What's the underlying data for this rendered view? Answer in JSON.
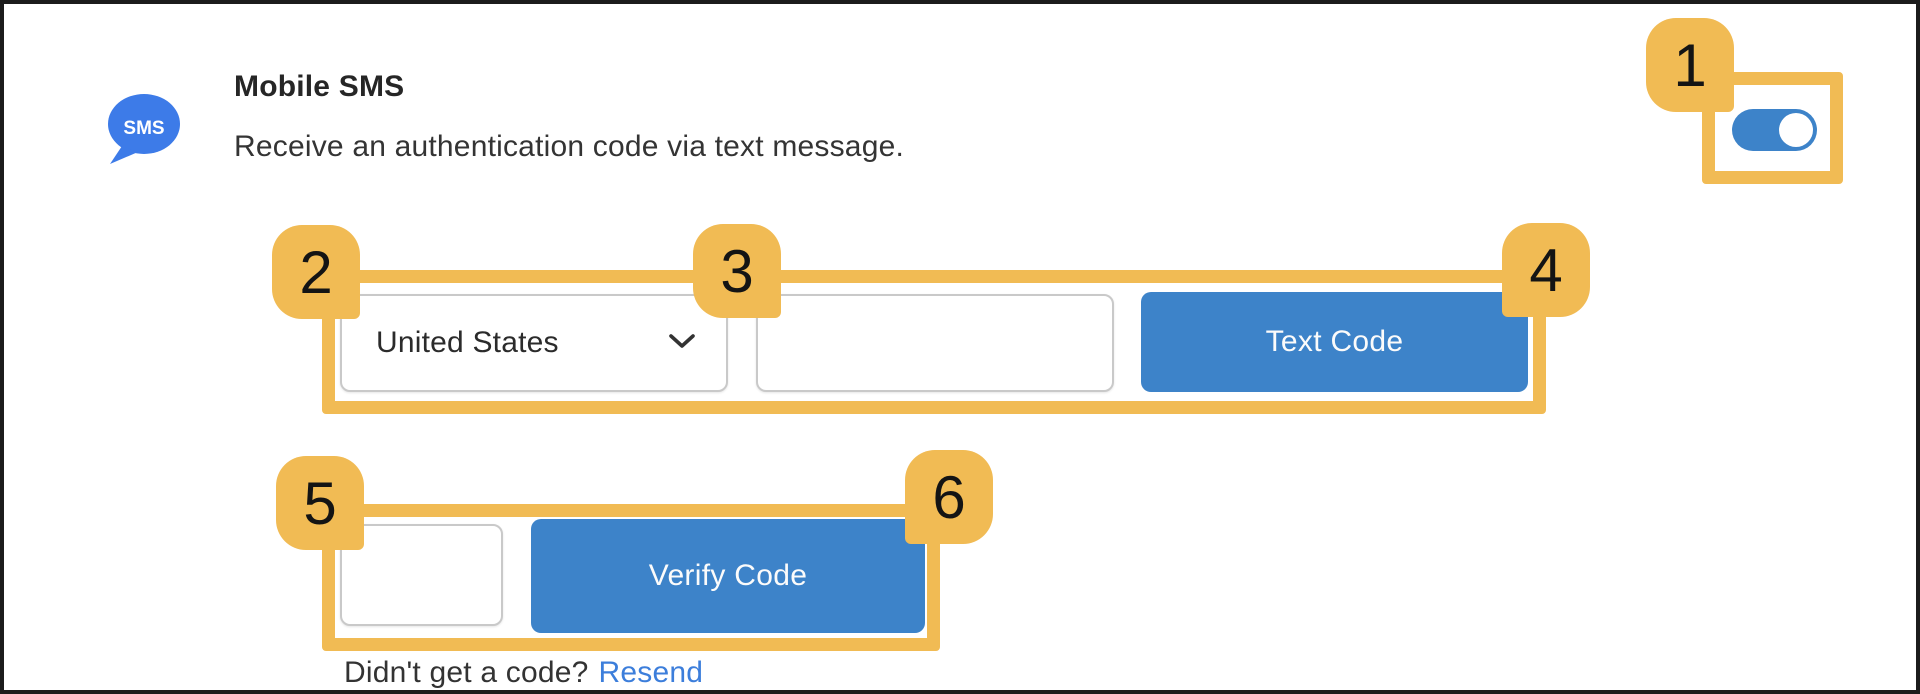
{
  "panel": {
    "icon_label": "SMS",
    "title": "Mobile SMS",
    "description": "Receive an authentication code via text message."
  },
  "callouts": {
    "labels": [
      "1",
      "2",
      "3",
      "4",
      "5",
      "6"
    ]
  },
  "toggle": {
    "state": "on"
  },
  "phone_row": {
    "country_select": {
      "value": "United States"
    },
    "phone_input": {
      "value": "",
      "placeholder": ""
    },
    "text_code_button": {
      "label": "Text Code"
    }
  },
  "verify_row": {
    "code_input": {
      "value": "",
      "placeholder": ""
    },
    "verify_button": {
      "label": "Verify Code"
    },
    "resend_prompt": "Didn't get a code?",
    "resend_link": "Resend"
  },
  "colors": {
    "callout_orange": "#F1BB54",
    "button_blue": "#3D83C9",
    "icon_blue": "#3D7BE8",
    "link_blue": "#3C7EDB"
  }
}
